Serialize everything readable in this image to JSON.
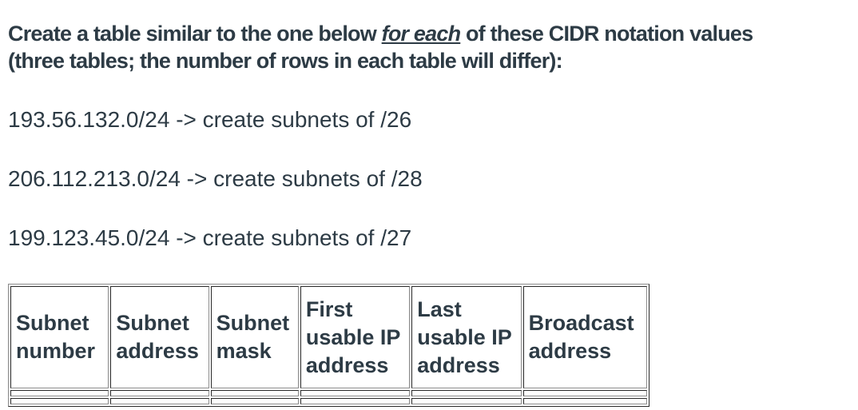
{
  "document": {
    "instructions": {
      "pre": "Create a table similar to the one below ",
      "emphasis": "for each",
      "post": " of these CIDR notation values",
      "line2": "(three tables; the number of rows in each table will differ):"
    },
    "cidr_lines": [
      "193.56.132.0/24 -> create subnets of /26",
      "206.112.213.0/24 -> create subnets of /28",
      "199.123.45.0/24 -> create subnets of /27"
    ],
    "table": {
      "headers": [
        "Subnet number",
        "Subnet address",
        "Subnet mask",
        "First usable IP address",
        "Last usable IP address",
        "Broadcast address"
      ],
      "empty_row_count": 2
    }
  },
  "colors": {
    "text": "#2d3b45",
    "border_dark": "#2a2a2a",
    "border_light": "#8a8a8a",
    "background": "#ffffff"
  }
}
